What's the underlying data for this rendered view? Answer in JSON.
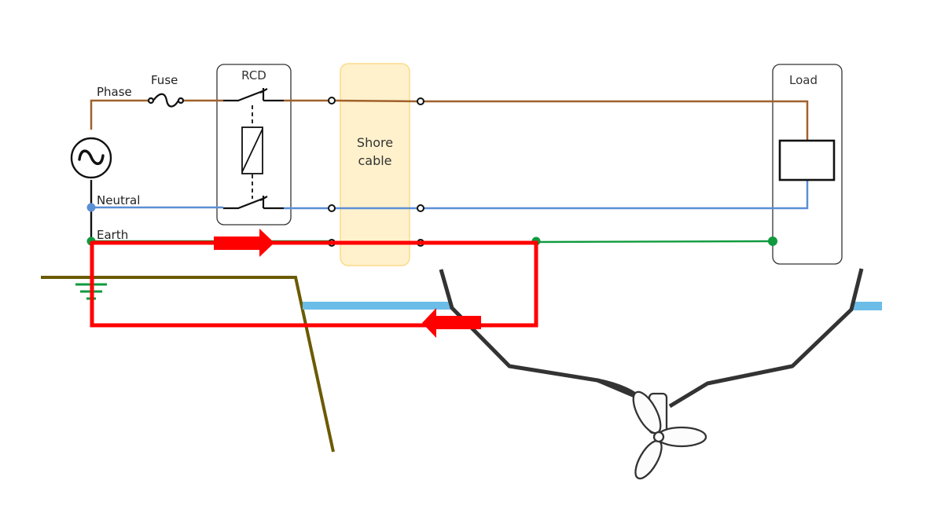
{
  "diagram": {
    "title": "Shore power earth fault path",
    "labels": {
      "phase": "Phase",
      "fuse": "Fuse",
      "rcd": "RCD",
      "neutral": "Neutral",
      "earth": "Earth",
      "shore_cable_line1": "Shore",
      "shore_cable_line2": "cable",
      "load": "Load"
    },
    "colors": {
      "phase_wire": "#a0612b",
      "neutral_wire": "#5b8fd6",
      "earth_wire": "#0f9a3e",
      "fault_current": "#ff0000",
      "shore_cable_fill": "#fff1cc",
      "shore_cable_border": "#fbdc8a",
      "ground_line": "#6b5a00",
      "water": "#6bbde8",
      "hull": "#333333",
      "earth_symbol": "#0f9a3e"
    },
    "icons": {
      "source": "ac-source-icon",
      "fuse": "fuse-icon",
      "rcd_switch": "switch-icon",
      "rcd_coil": "coil-icon",
      "earth": "ground-icon",
      "propeller": "propeller-icon",
      "flow_arrow": "arrow-icon"
    }
  }
}
